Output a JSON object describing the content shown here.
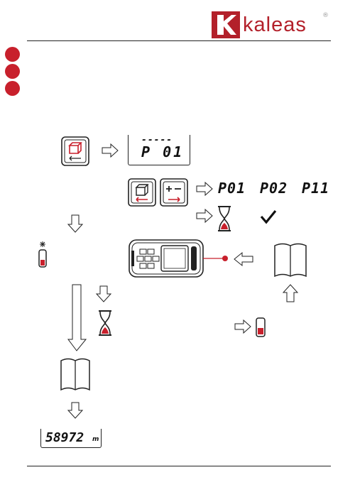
{
  "brand": {
    "name": "kaleas",
    "registered": "®",
    "accent_color": "#b3202a",
    "logo_icon": "kaleas-k-logo-icon"
  },
  "steps": {
    "colors": [
      "#c8202c",
      "#c8202c",
      "#c8202c"
    ],
    "icon": "red-bullet-circle"
  },
  "display_top": {
    "dashes": "-----",
    "value": "P 01"
  },
  "presets": [
    "P01",
    "P02",
    "P11"
  ],
  "measurement": {
    "value": "58972",
    "unit": "m"
  },
  "icons": [
    "area-key-icon",
    "volume-key-icon",
    "plus-minus-key-icon",
    "hourglass-icon",
    "checkmark-icon",
    "laser-pointer-icon",
    "battery-icon",
    "book-icon",
    "arrow-right-icon",
    "arrow-down-icon",
    "arrow-left-icon",
    "arrow-up-icon",
    "laser-distance-meter-icon"
  ]
}
